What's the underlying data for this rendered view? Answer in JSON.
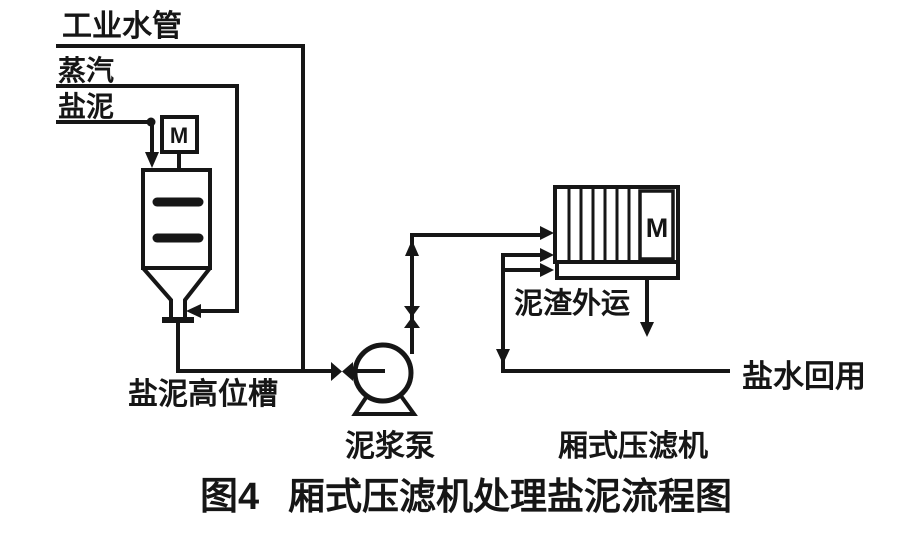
{
  "diagram": {
    "stream_labels": {
      "industrial_water": "工业水管",
      "steam": "蒸汽",
      "salt_mud": "盐泥",
      "sludge_out": "泥渣外运",
      "brine_reuse": "盐水回用"
    },
    "equipment_labels": {
      "salt_mud_head_tank": "盐泥高位槽",
      "slurry_pump": "泥浆泵",
      "chamber_filter_press": "厢式压滤机"
    },
    "motor_symbol": "M"
  },
  "caption": {
    "figure_number": "图4",
    "title": "厢式压滤机处理盐泥流程图"
  },
  "colors": {
    "line": "#161616",
    "background": "#ffffff"
  }
}
